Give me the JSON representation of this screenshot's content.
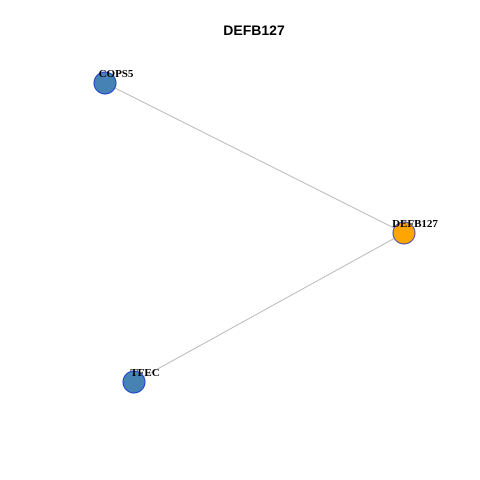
{
  "title": "DEFB127",
  "colors": {
    "hub_fill": "#FFA500",
    "hub_stroke": "#4B4BA8",
    "neighbor_fill": "#4682B4",
    "neighbor_stroke": "#1E3FD0",
    "edge": "#B4B4B4"
  },
  "nodes": [
    {
      "id": "COPS5",
      "label": "COPS5",
      "role": "neighbor"
    },
    {
      "id": "DEFB127",
      "label": "DEFB127",
      "role": "hub"
    },
    {
      "id": "TFEC",
      "label": "TFEC",
      "role": "neighbor"
    }
  ],
  "edges": [
    {
      "source": "DEFB127",
      "target": "COPS5"
    },
    {
      "source": "DEFB127",
      "target": "TFEC"
    }
  ]
}
